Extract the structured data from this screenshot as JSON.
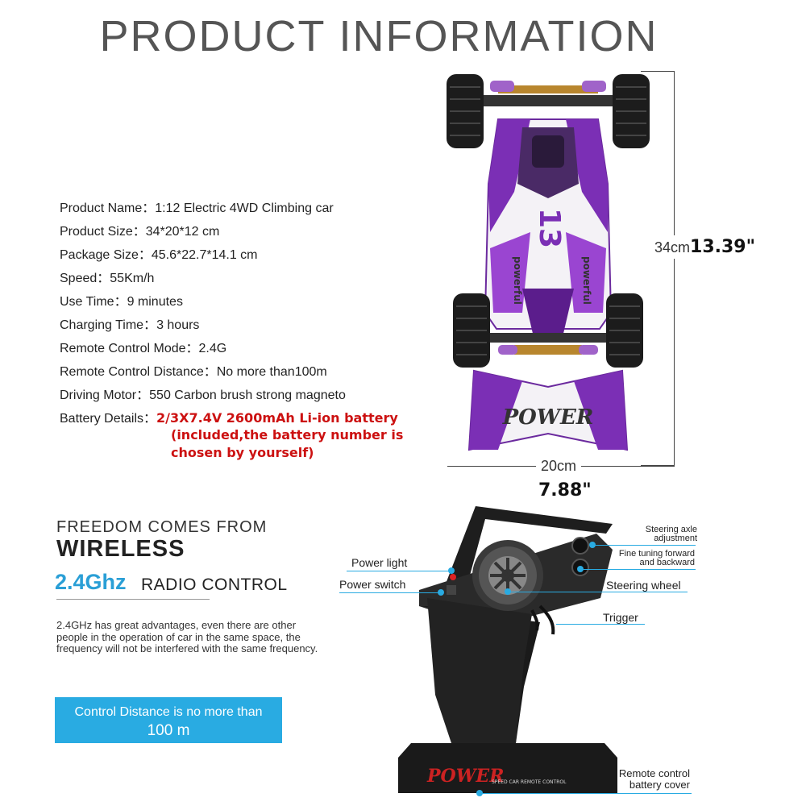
{
  "title": "PRODUCT INFORMATION",
  "specs": [
    {
      "label": "Product Name：",
      "value": "1:12 Electric 4WD Climbing car"
    },
    {
      "label": "Product Size：",
      "value": "34*20*12 cm"
    },
    {
      "label": "Package Size：",
      "value": "45.6*22.7*14.1 cm"
    },
    {
      "label": "Speed：",
      "value": "55Km/h"
    },
    {
      "label": "Use Time：",
      "value": "9 minutes"
    },
    {
      "label": "Charging Time：",
      "value": "3 hours"
    },
    {
      "label": "Remote Control Mode：",
      "value": "2.4G"
    },
    {
      "label": "Remote Control Distance：",
      "value": "No more than100m"
    },
    {
      "label": "Driving Motor：",
      "value": "550 Carbon brush strong magneto"
    }
  ],
  "battery": {
    "label": "Battery Details：",
    "line1": "2/3X7.4V 2600mAh Li-ion battery",
    "line2": "(included,the battery number is",
    "line3": "chosen by yourself)"
  },
  "dimensions": {
    "height_cm": "34cm",
    "height_in": "13.39\"",
    "width_cm": "20cm",
    "width_in": "7.88\""
  },
  "wireless": {
    "line1": "FREEDOM COMES FROM",
    "line2": "WIRELESS",
    "ghz": "2.4Ghz",
    "radio": "RADIO CONTROL",
    "description": "2.4GHz has great advantages, even there are other people in the operation of car in the same space, the frequency will not be interfered with the same frequency.",
    "box_line1": "Control Distance is no more than",
    "box_line2": "100 m"
  },
  "controller_labels": {
    "steering_axle_1": "Steering axle",
    "steering_axle_2": "adjustment",
    "fine_tuning_1": "Fine tuning forward",
    "fine_tuning_2": "and backward",
    "steering_wheel": "Steering wheel",
    "trigger": "Trigger",
    "power_light": "Power light",
    "power_switch": "Power switch",
    "battery_cover_1": "Remote control",
    "battery_cover_2": "battery cover"
  },
  "car_graphics": {
    "number": "13",
    "brand": "POWER",
    "side_text": "powerful"
  },
  "controller_graphics": {
    "brand": "POWER",
    "sub": "SPEED CAR REMOTE CONTROL"
  },
  "colors": {
    "accent_blue": "#29abe2",
    "battery_red": "#cc1111",
    "car_purple": "#8a2be2"
  }
}
